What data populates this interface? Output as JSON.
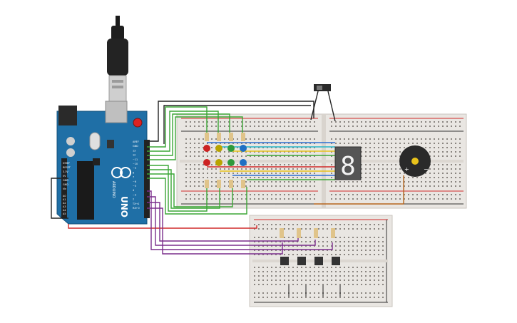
{
  "arduino": {
    "brand": "UNO",
    "logo_text": "ARDUINO",
    "header_labels_right": [
      "AREF",
      "GND",
      "13",
      "12",
      "~11",
      "~10",
      "~9",
      "8",
      "7",
      "~6",
      "~5",
      "4",
      "~3",
      "2",
      "TX→1",
      "RX←0"
    ],
    "power_labels": [
      "IOREF",
      "RESET",
      "3.3V",
      "5V",
      "GND",
      "GND",
      "Vin"
    ],
    "analog_labels": [
      "A0",
      "A1",
      "A2",
      "A3",
      "A4",
      "A5"
    ]
  },
  "components": {
    "leds_top": [
      "red",
      "yellow",
      "green",
      "blue"
    ],
    "leds_bottom": [
      "red",
      "yellow",
      "green",
      "blue"
    ],
    "seven_segment_digit": "8",
    "buzzer_plus": "+",
    "buzzer_minus": "−",
    "pushbuttons": 4
  },
  "colors": {
    "arduino_board": "#1f6fa6",
    "breadboard": "#e9e6e2",
    "wire_green": "#3aa535",
    "wire_black": "#222222",
    "wire_purple": "#7a2d8c",
    "wire_red": "#d12a2a",
    "wire_yellow": "#e8c21b",
    "wire_blue": "#2c6fd1",
    "wire_cyan": "#25b6c8",
    "led_red": "#cc2222",
    "led_yellow": "#b8a400",
    "led_green": "#2f9a3a",
    "led_blue": "#1f6fc4"
  }
}
